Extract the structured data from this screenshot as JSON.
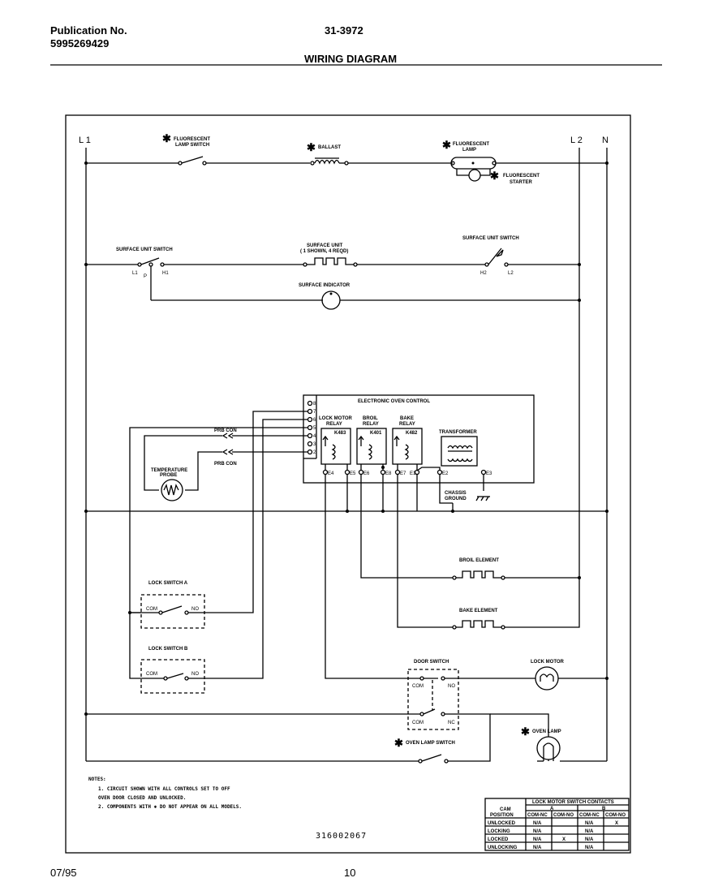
{
  "header": {
    "publication_label": "Publication No.",
    "publication_number": "5995269429",
    "model": "31-3972",
    "title": "WIRING DIAGRAM"
  },
  "footer": {
    "date": "07/95",
    "page": "10"
  },
  "lines": {
    "l1": "L 1",
    "l2": "L 2",
    "n": "N"
  },
  "components": {
    "fluor_lamp_switch": [
      "FLUORESCENT",
      "LAMP SWITCH"
    ],
    "ballast": "BALLAST",
    "fluor_lamp": [
      "FLUORESCENT",
      "LAMP"
    ],
    "fluor_starter": [
      "FLUORESCENT",
      "STARTER"
    ],
    "surface_unit_switch_left": "SURFACE UNIT SWITCH",
    "surface_unit": [
      "SURFACE UNIT",
      "( 1 SHOWN, 4 REQD)"
    ],
    "surface_unit_switch_right": "SURFACE UNIT SWITCH",
    "surface_indicator": "SURFACE INDICATOR",
    "electronic_oven_control": "ELECTRONIC OVEN CONTROL",
    "lock_motor_relay": [
      "LOCK MOTOR",
      "RELAY",
      "K483"
    ],
    "broil_relay": [
      "BROIL",
      "RELAY",
      "K401"
    ],
    "bake_relay": [
      "BAKE",
      "RELAY",
      "K482"
    ],
    "transformer": "TRANSFORMER",
    "chassis_ground": [
      "CHASSIS",
      "GROUND"
    ],
    "prb_con_1": "PRB CON",
    "prb_con_2": "PRB CON",
    "temperature_probe": [
      "TEMPERATURE",
      "PROBE"
    ],
    "broil_element": "BROIL ELEMENT",
    "bake_element": "BAKE ELEMENT",
    "lock_switch_a": "LOCK SWITCH A",
    "lock_switch_b": "LOCK SWITCH B",
    "door_switch": "DOOR SWITCH",
    "lock_motor": "LOCK MOTOR",
    "oven_lamp": "OVEN LAMP",
    "oven_lamp_switch": "OVEN LAMP SWITCH",
    "star": "✱"
  },
  "terminals": {
    "l1": "L1",
    "p": "P",
    "h1": "H1",
    "h2": "H2",
    "l2": "L2",
    "e4": "E4",
    "e5": "E5",
    "e6": "E6",
    "e8": "E8",
    "e7": "E7",
    "e1": "E1",
    "e2": "E2",
    "e3": "E3",
    "com": "COM",
    "no": "NO",
    "nc": "NC",
    "pins": [
      "8",
      "7",
      "6",
      "5",
      "4",
      "3",
      "2",
      "1"
    ]
  },
  "notes": {
    "heading": "NOTES:",
    "items": [
      "1.  CIRCUIT SHOWN WITH ALL CONTROLS SET TO OFF",
      "     OVEN DOOR CLOSED AND UNLOCKED.",
      "2.  COMPONENTS WITH ✱ DO NOT APPEAR ON ALL MODELS."
    ]
  },
  "diagram_code": "316002067",
  "table": {
    "title": "LOCK MOTOR SWITCH CONTACTS",
    "groups": [
      "A",
      "B"
    ],
    "cam_header": [
      "CAM",
      "POSITION"
    ],
    "subheaders": [
      "COM-NC",
      "COM-NO",
      "COM-NC",
      "COM-NO"
    ],
    "rows": [
      {
        "position": "UNLOCKED",
        "cells": [
          "N/A",
          "",
          "N/A",
          "X"
        ]
      },
      {
        "position": "LOCKING",
        "cells": [
          "N/A",
          "",
          "N/A",
          ""
        ]
      },
      {
        "position": "LOCKED",
        "cells": [
          "N/A",
          "X",
          "N/A",
          ""
        ]
      },
      {
        "position": "UNLOCKING",
        "cells": [
          "N/A",
          "",
          "N/A",
          ""
        ]
      }
    ]
  }
}
